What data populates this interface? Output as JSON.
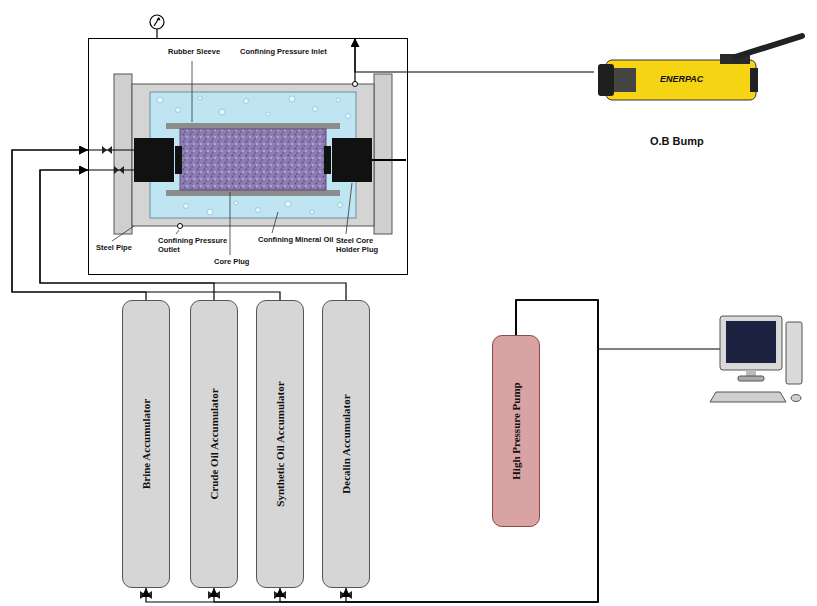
{
  "diagram": {
    "nodes": [
      {
        "text": [
          "Rubber Sleeve",
          "Confining Pressure Inlet",
          "Core Plug",
          "Confining Mineral Oil",
          "Steel Core Holder Plug",
          "Steel Pipe",
          "Confining Pressure Outlet"
        ]
      },
      {
        "text": [
          "ENERPAC",
          "O.B Bump"
        ]
      },
      {
        "text": [
          "Brine Accumulator"
        ]
      },
      {
        "text": [
          "Crude Oil Accumulator"
        ]
      },
      {
        "text": [
          "Synthetic Oil Accumulator"
        ]
      },
      {
        "text": [
          "Decalin Accumulator"
        ]
      },
      {
        "text": [
          "High Pressure Pump"
        ]
      }
    ],
    "edges": [
      {
        "from": 1,
        "to": 0,
        "arrow": "to"
      },
      {
        "from": 2,
        "to": 0,
        "arrow": "to"
      },
      {
        "from": 3,
        "to": 0,
        "arrow": "to"
      },
      {
        "from": 4,
        "to": 0,
        "arrow": "to"
      },
      {
        "from": 5,
        "to": 0,
        "arrow": "to"
      },
      {
        "from": 6,
        "to": 2,
        "arrow": "to"
      },
      {
        "from": 6,
        "to": 3,
        "arrow": "to"
      },
      {
        "from": 6,
        "to": 4,
        "arrow": "to"
      },
      {
        "from": 6,
        "to": 5,
        "arrow": "to"
      }
    ]
  }
}
